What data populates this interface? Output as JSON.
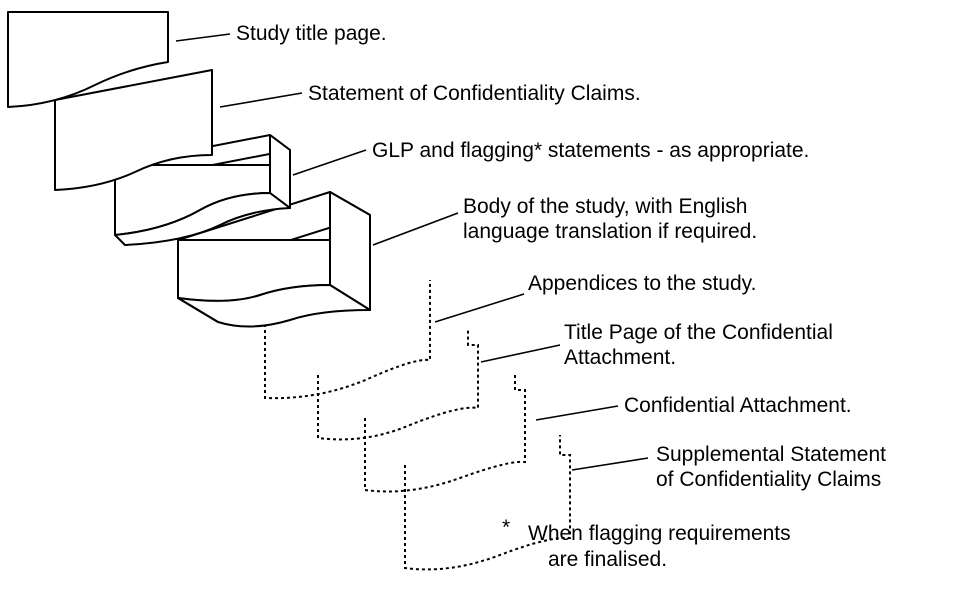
{
  "labels": {
    "study_title_page": "Study title page.",
    "statement_of_confidentiality_claims": "Statement of Confidentiality Claims.",
    "glp_and_flagging_statements": "GLP and flagging*  statements - as appropriate.",
    "body_of_study_line1": "Body of the study, with English",
    "body_of_study_line2": "language translation if required.",
    "appendices": "Appendices to the study.",
    "title_page_confidential_attachment_line1": "Title Page of the Confidential",
    "title_page_confidential_attachment_line2": "Attachment.",
    "confidential_attachment": "Confidential Attachment.",
    "supplemental_statement_line1": "Supplemental Statement",
    "supplemental_statement_line2": "of Confidentiality Claims"
  },
  "footnote": {
    "marker": "*",
    "line1": "When flagging requirements",
    "line2": "are finalised."
  }
}
